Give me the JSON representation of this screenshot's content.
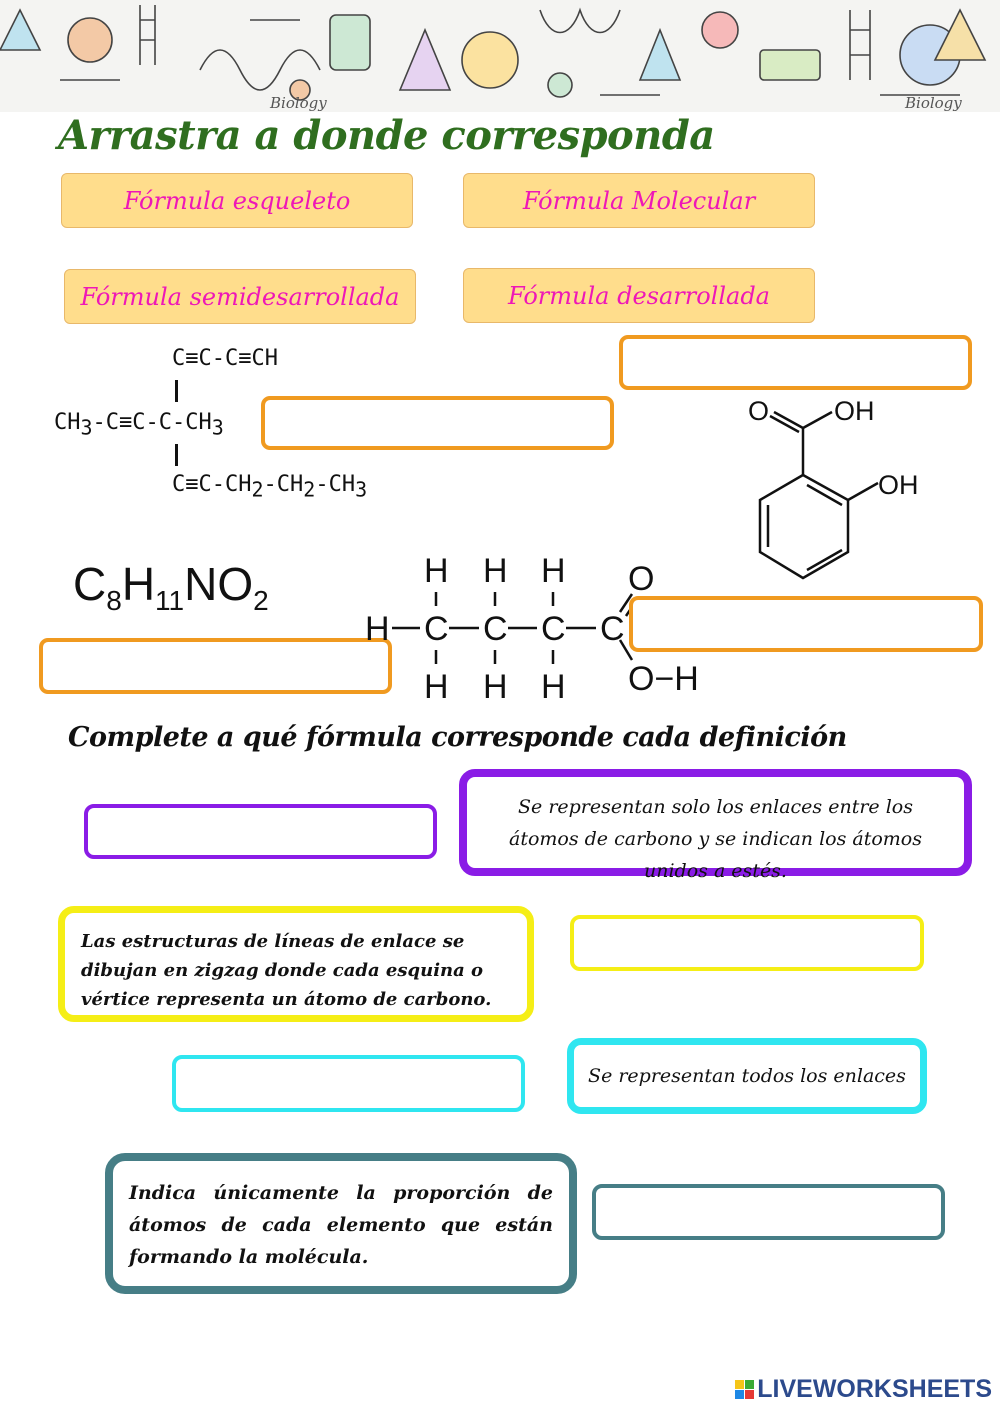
{
  "banner": {
    "watermark_left": "Biology",
    "watermark_right": "Biology"
  },
  "title": "Arrastra a donde corresponda",
  "chips": [
    "Fórmula esqueleto",
    "Fórmula Molecular",
    "Fórmula semidesarrollada",
    "Fórmula desarrollada"
  ],
  "semidev": {
    "top": "C≡C-C≡CH",
    "middle": "CH",
    "middle_sub": "3",
    "middle_rest": "-C≡C-C-CH",
    "middle_end_sub": "3",
    "bottom_a": "C≡C-CH",
    "bottom_sub1": "2",
    "bottom_b": "-CH",
    "bottom_sub2": "2",
    "bottom_c": "-CH",
    "bottom_sub3": "3"
  },
  "molecular": {
    "c": "C",
    "c_sub": "8",
    "h": "H",
    "h_sub": "11",
    "no": "NO",
    "o_sub": "2"
  },
  "structural": {
    "h": "H",
    "c": "C",
    "o": "O",
    "oh": "O−H"
  },
  "skeletal": {
    "o": "O",
    "oh_top": "OH",
    "oh_side": "OH"
  },
  "subtitle": "Complete a qué fórmula corresponde cada definición",
  "definitions": [
    "Se representan solo los enlaces entre los átomos de carbono y se indican los átomos unidos a estés.",
    "Las estructuras de líneas de enlace se dibujan en zigzag donde cada esquina o vértice representa un átomo de carbono.",
    "Se representan todos los enlaces",
    "Indica únicamente la proporción de átomos de cada elemento que están formando la molécula."
  ],
  "colors": {
    "purple": "#8a1ce6",
    "yellow": "#f5ee16",
    "cyan": "#2fe6f0",
    "teal": "#467e86",
    "orange": "#f09a20",
    "chip_bg": "#ffdd8c",
    "chip_text": "#ee17b7",
    "title_green": "#2f6e1f"
  },
  "footer": {
    "brand": "LIVEWORKSHEETS"
  }
}
